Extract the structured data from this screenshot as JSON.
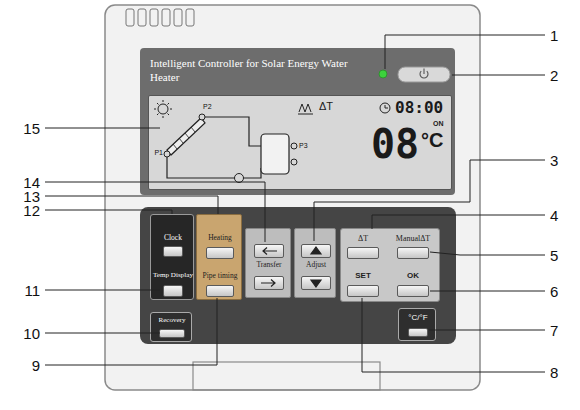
{
  "diagram": {
    "nodes": [
      {
        "text": [
          "Intelligent Controller for Solar Energy Water Heater"
        ]
      },
      {
        "text": [
          "08:00",
          "ON",
          "08",
          "°C",
          "ΔT"
        ],
        "in": 0
      },
      {
        "text": [
          "Clock",
          "Temp Display"
        ]
      },
      {
        "text": [
          "Heating",
          "Pipe timing"
        ]
      },
      {
        "text": [
          "Transfer"
        ]
      },
      {
        "text": [
          "Adjust"
        ]
      },
      {
        "text": [
          "ΔT",
          "ManualΔT",
          "SET",
          "OK"
        ]
      },
      {
        "text": [
          "Recovery"
        ]
      },
      {
        "text": [
          "°C/°F"
        ]
      }
    ],
    "labels": [
      "1",
      "2",
      "3",
      "4",
      "5",
      "6",
      "7",
      "8",
      "9",
      "10",
      "11",
      "12",
      "13",
      "14",
      "15",
      "P1",
      "P2",
      "P3"
    ]
  }
}
